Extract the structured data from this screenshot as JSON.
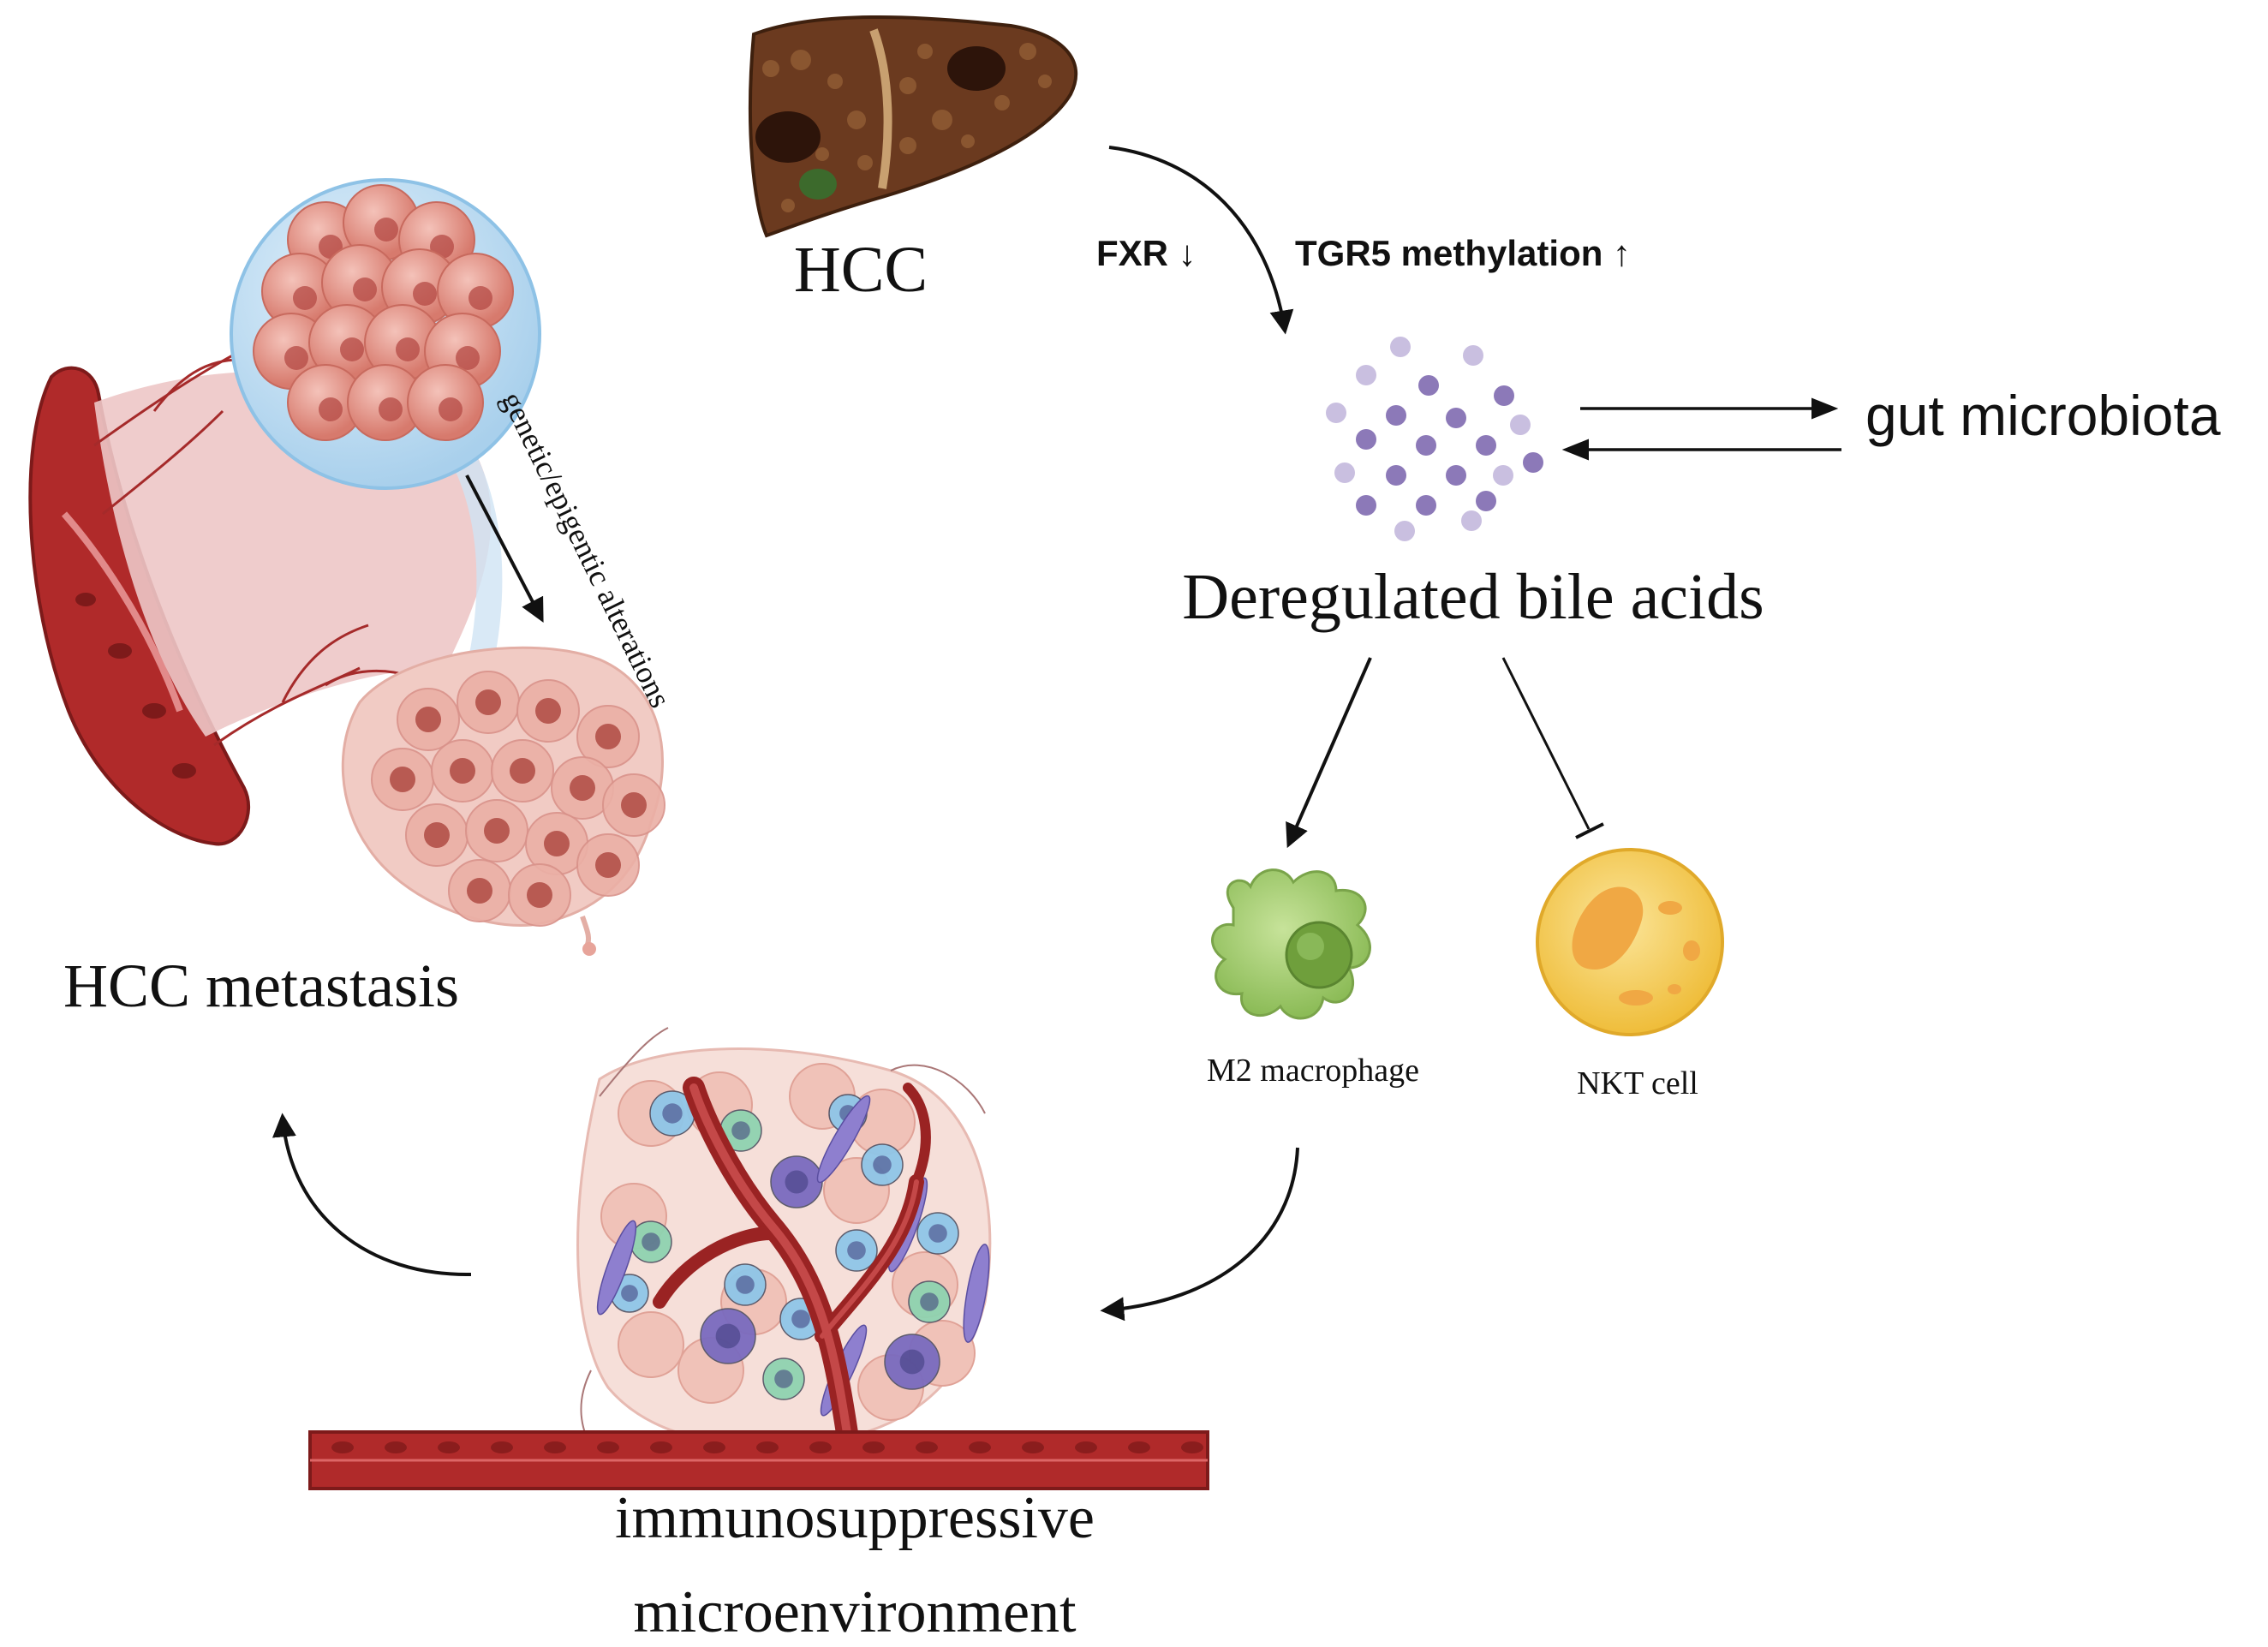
{
  "labels": {
    "hcc": "HCC",
    "fxr": "FXR ↓",
    "tgr5": "TGR5 methylation ↑",
    "gut_microbiota": "gut microbiota",
    "bile_acids": "Deregulated bile acids",
    "m2_macrophage": "M2 macrophage",
    "nkt_cell": "NKT cell",
    "hcc_metastasis": "HCC metastasis",
    "alterations": "genetic/epigentic alterations",
    "immuno_line1": "immunosuppressive",
    "immuno_line2": "microenvironment"
  },
  "illustrations": {
    "liver": "liver-illustration",
    "bile_acid_particles": "bile-acid-particles",
    "m2_macrophage_cell": "m2-macrophage-cell",
    "nkt_cell_body": "nkt-cell",
    "blood_vessel": "blood-vessel",
    "tumor_cluster": "tumor-cell-cluster",
    "metastatic_mass": "metastatic-cell-mass",
    "tumor_microenvironment": "tumor-microenvironment"
  },
  "colors": {
    "liver": "#6b3a1f",
    "bile_acid": "#8c79b8",
    "macrophage": "#9cc56a",
    "nkt": "#f3c84a",
    "vessel": "#b02a2a",
    "tumor": "#e7a49a",
    "arrow": "#111111"
  }
}
